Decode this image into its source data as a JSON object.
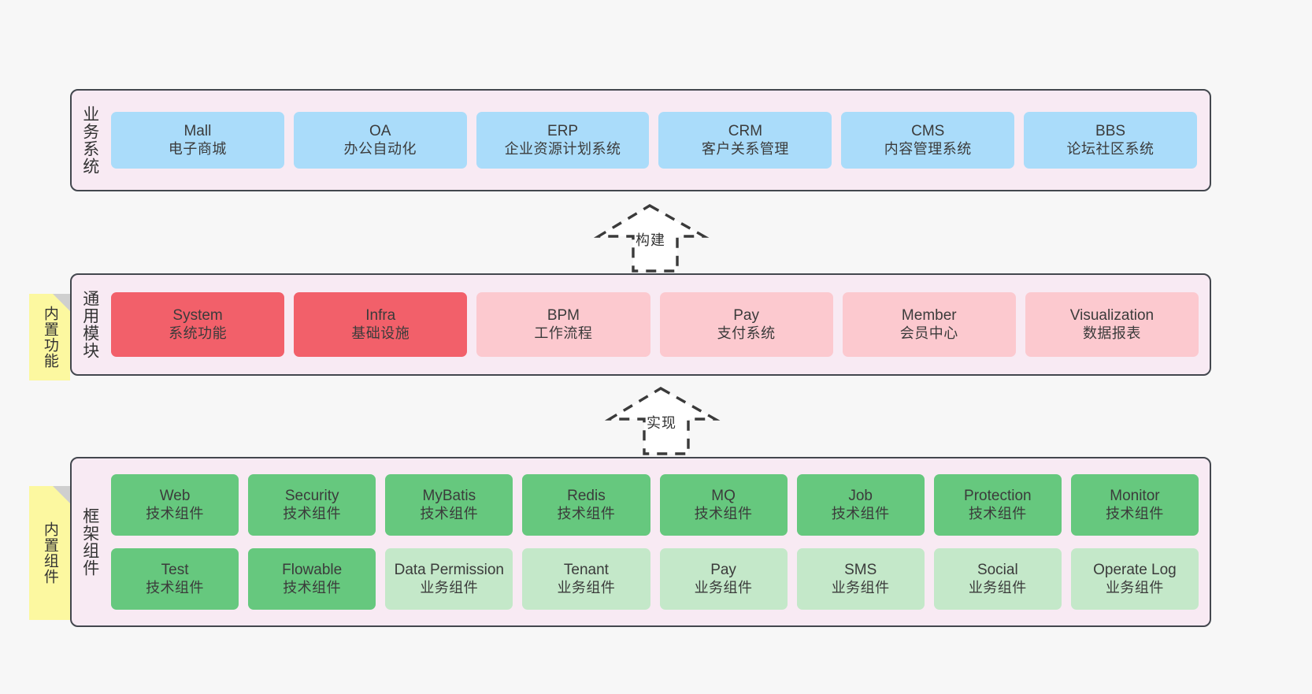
{
  "diagram": {
    "background_color": "#f7f7f7",
    "layer_fill": "#f8eaf3",
    "layer_border": "#43474e"
  },
  "layers": [
    {
      "id": "business",
      "title": "业务系统",
      "rows": [
        {
          "cards": [
            {
              "en": "Mall",
              "cn": "电子商城",
              "style": "c-blue"
            },
            {
              "en": "OA",
              "cn": "办公自动化",
              "style": "c-blue"
            },
            {
              "en": "ERP",
              "cn": "企业资源计划系统",
              "style": "c-blue"
            },
            {
              "en": "CRM",
              "cn": "客户关系管理",
              "style": "c-blue"
            },
            {
              "en": "CMS",
              "cn": "内容管理系统",
              "style": "c-blue"
            },
            {
              "en": "BBS",
              "cn": "论坛社区系统",
              "style": "c-blue"
            }
          ]
        }
      ]
    },
    {
      "id": "modules",
      "title": "通用模块",
      "note": {
        "label": "内置功能",
        "color": "#fcf8a0"
      },
      "rows": [
        {
          "cards": [
            {
              "en": "System",
              "cn": "系统功能",
              "style": "c-red-strong"
            },
            {
              "en": "Infra",
              "cn": "基础设施",
              "style": "c-red-strong"
            },
            {
              "en": "BPM",
              "cn": "工作流程",
              "style": "c-red-light"
            },
            {
              "en": "Pay",
              "cn": "支付系统",
              "style": "c-red-light"
            },
            {
              "en": "Member",
              "cn": "会员中心",
              "style": "c-red-light"
            },
            {
              "en": "Visualization",
              "cn": "数据报表",
              "style": "c-red-light"
            }
          ]
        }
      ]
    },
    {
      "id": "frame",
      "title": "框架组件",
      "note": {
        "label": "内置组件",
        "color": "#fcf8a0"
      },
      "rows": [
        {
          "cards": [
            {
              "en": "Web",
              "cn": "技术组件",
              "style": "c-green-dark"
            },
            {
              "en": "Security",
              "cn": "技术组件",
              "style": "c-green-dark"
            },
            {
              "en": "MyBatis",
              "cn": "技术组件",
              "style": "c-green-dark"
            },
            {
              "en": "Redis",
              "cn": "技术组件",
              "style": "c-green-dark"
            },
            {
              "en": "MQ",
              "cn": "技术组件",
              "style": "c-green-dark"
            },
            {
              "en": "Job",
              "cn": "技术组件",
              "style": "c-green-dark"
            },
            {
              "en": "Protection",
              "cn": "技术组件",
              "style": "c-green-dark"
            },
            {
              "en": "Monitor",
              "cn": "技术组件",
              "style": "c-green-dark"
            }
          ]
        },
        {
          "cards": [
            {
              "en": "Test",
              "cn": "技术组件",
              "style": "c-green-dark"
            },
            {
              "en": "Flowable",
              "cn": "技术组件",
              "style": "c-green-dark"
            },
            {
              "en": "Data Permission",
              "cn": "业务组件",
              "style": "c-green-light"
            },
            {
              "en": "Tenant",
              "cn": "业务组件",
              "style": "c-green-light"
            },
            {
              "en": "Pay",
              "cn": "业务组件",
              "style": "c-green-light"
            },
            {
              "en": "SMS",
              "cn": "业务组件",
              "style": "c-green-light"
            },
            {
              "en": "Social",
              "cn": "业务组件",
              "style": "c-green-light"
            },
            {
              "en": "Operate Log",
              "cn": "业务组件",
              "style": "c-green-light"
            }
          ]
        }
      ]
    }
  ],
  "arrows": [
    {
      "id": "build",
      "label": "构建",
      "direction": "up"
    },
    {
      "id": "implement",
      "label": "实现",
      "direction": "up"
    }
  ]
}
